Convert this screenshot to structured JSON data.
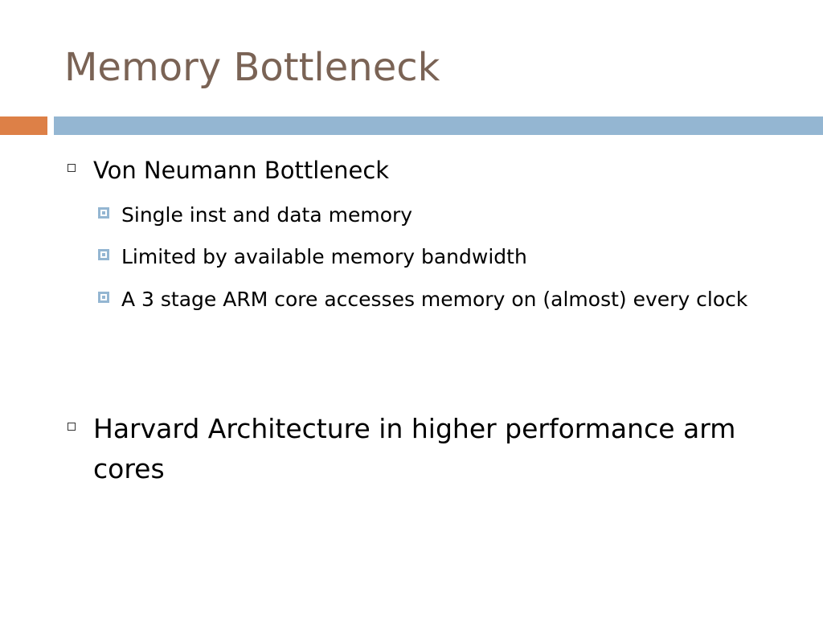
{
  "slide": {
    "title": "Memory Bottleneck",
    "colors": {
      "title": "#7a6355",
      "accent_orange": "#dd8047",
      "accent_blue": "#94b6d2"
    },
    "bullets": [
      {
        "text": "Von Neumann Bottleneck",
        "sub": [
          "Single inst and data memory",
          "Limited by available memory bandwidth",
          "A 3 stage ARM core accesses memory on (almost) every clock"
        ]
      },
      {
        "text": "Harvard Architecture in higher performance arm cores"
      }
    ],
    "icons": {
      "level1_bullet": "hollow-square-icon",
      "level2_bullet": "filled-square-icon"
    }
  }
}
